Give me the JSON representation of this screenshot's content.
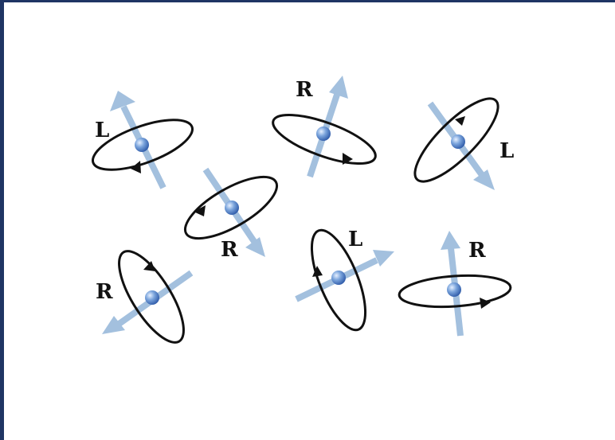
{
  "figure": {
    "colors": {
      "frame": "#1f3564",
      "background": "#ffffff",
      "orbit": "#111111",
      "spin_arrow": "#a3c0de",
      "particle_light": "#e6f0ff",
      "particle_dark": "#2e5aa8"
    },
    "particles": [
      {
        "handedness": "L"
      },
      {
        "handedness": "R"
      },
      {
        "handedness": "L"
      },
      {
        "handedness": "R"
      },
      {
        "handedness": "R"
      },
      {
        "handedness": "L"
      },
      {
        "handedness": "R"
      }
    ]
  }
}
